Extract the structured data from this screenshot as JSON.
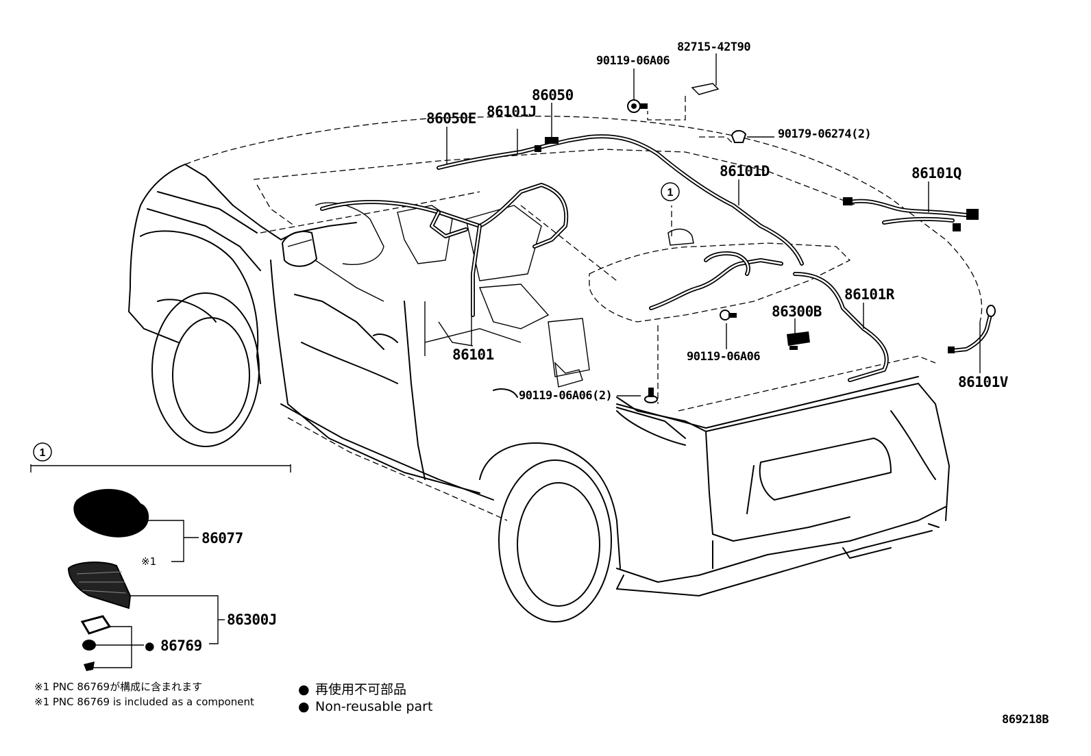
{
  "diagram": {
    "drawing_number": "869218B",
    "callouts": {
      "p82715": "82715-42T90",
      "p90119_top": "90119-06A06",
      "p86050": "86050",
      "p86101J": "86101J",
      "p86050E": "86050E",
      "p90179": "90179-06274(2)",
      "p86101D": "86101D",
      "p86101Q": "86101Q",
      "p86101R": "86101R",
      "p86300B": "86300B",
      "p90119_mid": "90119-06A06",
      "p86101": "86101",
      "p90119_low": "90119-06A06(2)",
      "p86101V": "86101V",
      "p86077": "86077",
      "p86300J": "86300J",
      "p86769": "86769"
    },
    "reference_marker": "1",
    "footnote_marker": "※1",
    "detail_dot": "●",
    "notes": [
      "※1 PNC 86769が構成に含まれます",
      "※1 PNC 86769 is included as a component"
    ],
    "legend": [
      {
        "symbol": "●",
        "text": "再使用不可部品"
      },
      {
        "symbol": "●",
        "text": "Non-reusable part"
      }
    ]
  }
}
